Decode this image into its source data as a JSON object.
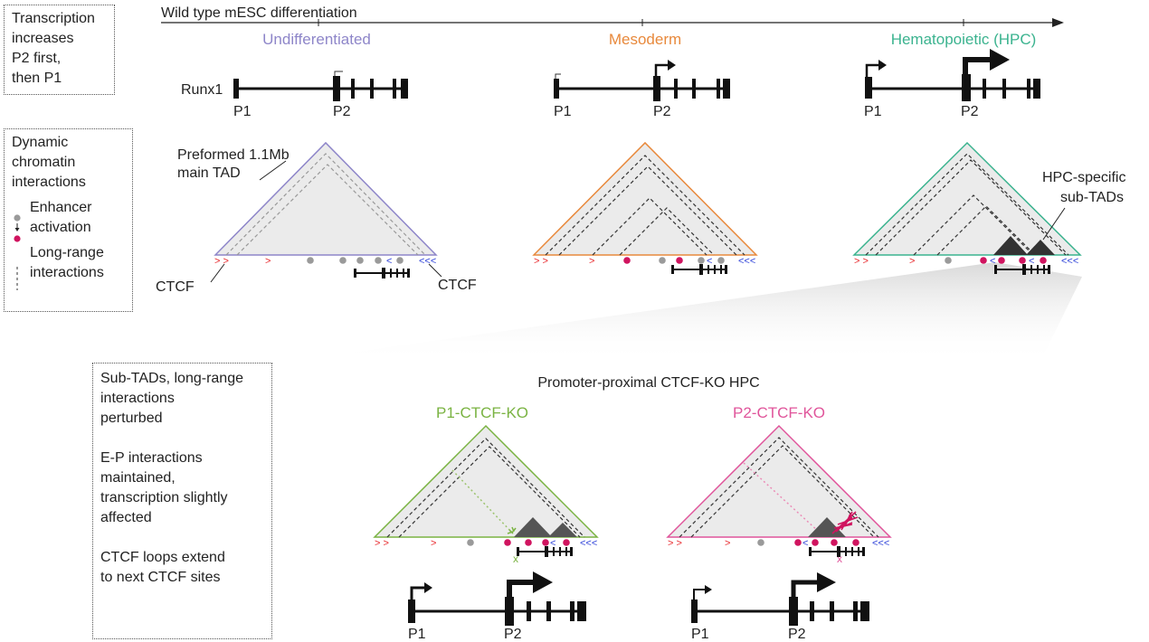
{
  "timeline": {
    "label": "Wild type mESC differentiation"
  },
  "stages": [
    {
      "title": "Undifferentiated",
      "color": "#8e86c9"
    },
    {
      "title": "Mesoderm",
      "color": "#e8893c"
    },
    {
      "title": "Hematopoietic (HPC)",
      "color": "#3bb38f"
    }
  ],
  "gene": {
    "name": "Runx1",
    "p1": "P1",
    "p2": "P2"
  },
  "legend_top": {
    "lines": [
      "Transcription",
      "increases",
      "P2 first,",
      "then P1"
    ]
  },
  "legend_side": {
    "title_lines": [
      "Dynamic",
      "chromatin",
      "interactions"
    ],
    "enhancer_lines": [
      "Enhancer",
      "activation"
    ],
    "longrange_lines": [
      "Long-range",
      "interactions"
    ]
  },
  "annotations": {
    "preformed_lines": [
      "Preformed 1.1Mb",
      "main TAD"
    ],
    "ctcf": "CTCF",
    "hpc_subtads_lines": [
      "HPC-specific",
      "sub-TADs"
    ],
    "ctcf_forward": "> >",
    "ctcf_reverse": "<<<",
    "ko_mark": "x"
  },
  "ko_section": {
    "title": "Promoter-proximal CTCF-KO HPC",
    "p1_title": "P1-CTCF-KO",
    "p2_title": "P2-CTCF-KO",
    "p1_color": "#7ab342",
    "p2_color": "#e0559b"
  },
  "legend_bottom": {
    "para1": [
      "Sub-TADs, long-range",
      "interactions",
      "perturbed"
    ],
    "para2": [
      "E-P interactions",
      "maintained,",
      "transcription slightly",
      "affected"
    ],
    "para3": [
      "CTCF loops extend",
      "to next CTCF sites"
    ]
  },
  "colors": {
    "enhancer_active": "#d0145f",
    "enhancer_inactive": "#9a9a9a",
    "ctcf_forward": "#e8262a",
    "ctcf_reverse": "#2b3fd8"
  }
}
